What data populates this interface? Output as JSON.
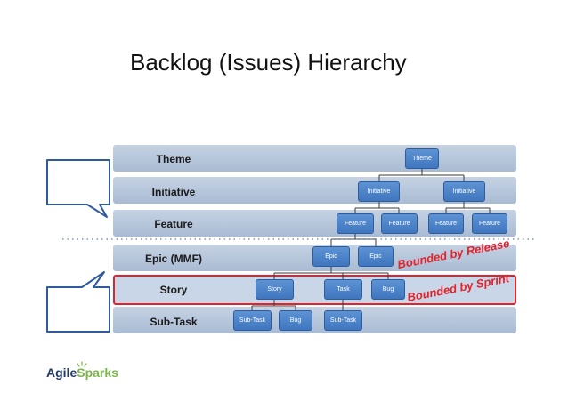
{
  "title": "Backlog (Issues) Hierarchy",
  "levels": [
    "Theme",
    "Initiative",
    "Feature",
    "Epic (MMF)",
    "Story",
    "Sub-Task"
  ],
  "nodes": {
    "theme": "Theme",
    "initiative_1": "Initiative",
    "initiative_2": "Initiative",
    "feature_1": "Feature",
    "feature_2": "Feature",
    "feature_3": "Feature",
    "feature_4": "Feature",
    "epic_1": "Epic",
    "epic_2": "Epic",
    "story": "Story",
    "task": "Task",
    "bug_1": "Bug",
    "subtask_1": "Sub-Task",
    "bug_2": "Bug",
    "subtask_2": "Sub-Task"
  },
  "annotations": {
    "release": "Bounded by Release",
    "sprint": "Bounded by Sprint"
  },
  "logo": {
    "part1": "Agile",
    "part2": "Sparks"
  },
  "colors": {
    "band": "#b7c7dc",
    "node": "#4a82c8",
    "highlight": "#e3222a",
    "divider": "#9ab0cc"
  }
}
